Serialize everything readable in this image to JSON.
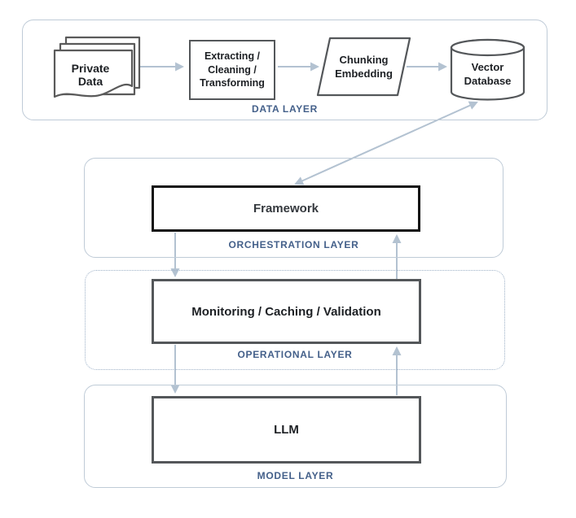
{
  "diagram": {
    "type": "layered-architecture",
    "nodes": {
      "private_data": {
        "shape": "document-stack",
        "lines": [
          "Private",
          "Data"
        ]
      },
      "extracting": {
        "shape": "rectangle",
        "lines": [
          "Extracting /",
          "Cleaning /",
          "Transforming"
        ]
      },
      "chunking": {
        "shape": "parallelogram",
        "lines": [
          "Chunking",
          "Embedding"
        ]
      },
      "vector_database": {
        "shape": "cylinder",
        "lines": [
          "Vector",
          "Database"
        ]
      },
      "framework": {
        "shape": "rectangle",
        "label": "Framework"
      },
      "monitoring": {
        "shape": "rectangle",
        "label": "Monitoring / Caching / Validation"
      },
      "llm": {
        "shape": "rectangle",
        "label": "LLM"
      }
    },
    "layers": {
      "data": {
        "label": "DATA LAYER"
      },
      "orchestration": {
        "label": "ORCHESTRATION LAYER"
      },
      "operational": {
        "label": "OPERATIONAL LAYER"
      },
      "model": {
        "label": "MODEL LAYER"
      }
    },
    "edges": [
      {
        "from": "private_data",
        "to": "extracting",
        "direction": "one-way"
      },
      {
        "from": "extracting",
        "to": "chunking",
        "direction": "one-way"
      },
      {
        "from": "chunking",
        "to": "vector_database",
        "direction": "one-way"
      },
      {
        "from": "vector_database",
        "to": "framework",
        "direction": "two-way"
      },
      {
        "from": "framework",
        "to": "monitoring",
        "direction": "one-way"
      },
      {
        "from": "monitoring",
        "to": "framework",
        "direction": "one-way"
      },
      {
        "from": "monitoring",
        "to": "llm",
        "direction": "one-way"
      },
      {
        "from": "llm",
        "to": "monitoring",
        "direction": "one-way"
      }
    ],
    "colors": {
      "layer_label": "#44608a",
      "arrow": "#b3c2d1",
      "container_border": "#bfcbd7",
      "dotted_container_border": "#9db1c7",
      "node_border_dark": "#54575a",
      "framework_border": "#111111",
      "node_text": "#1d2024",
      "background": "#ffffff"
    }
  }
}
